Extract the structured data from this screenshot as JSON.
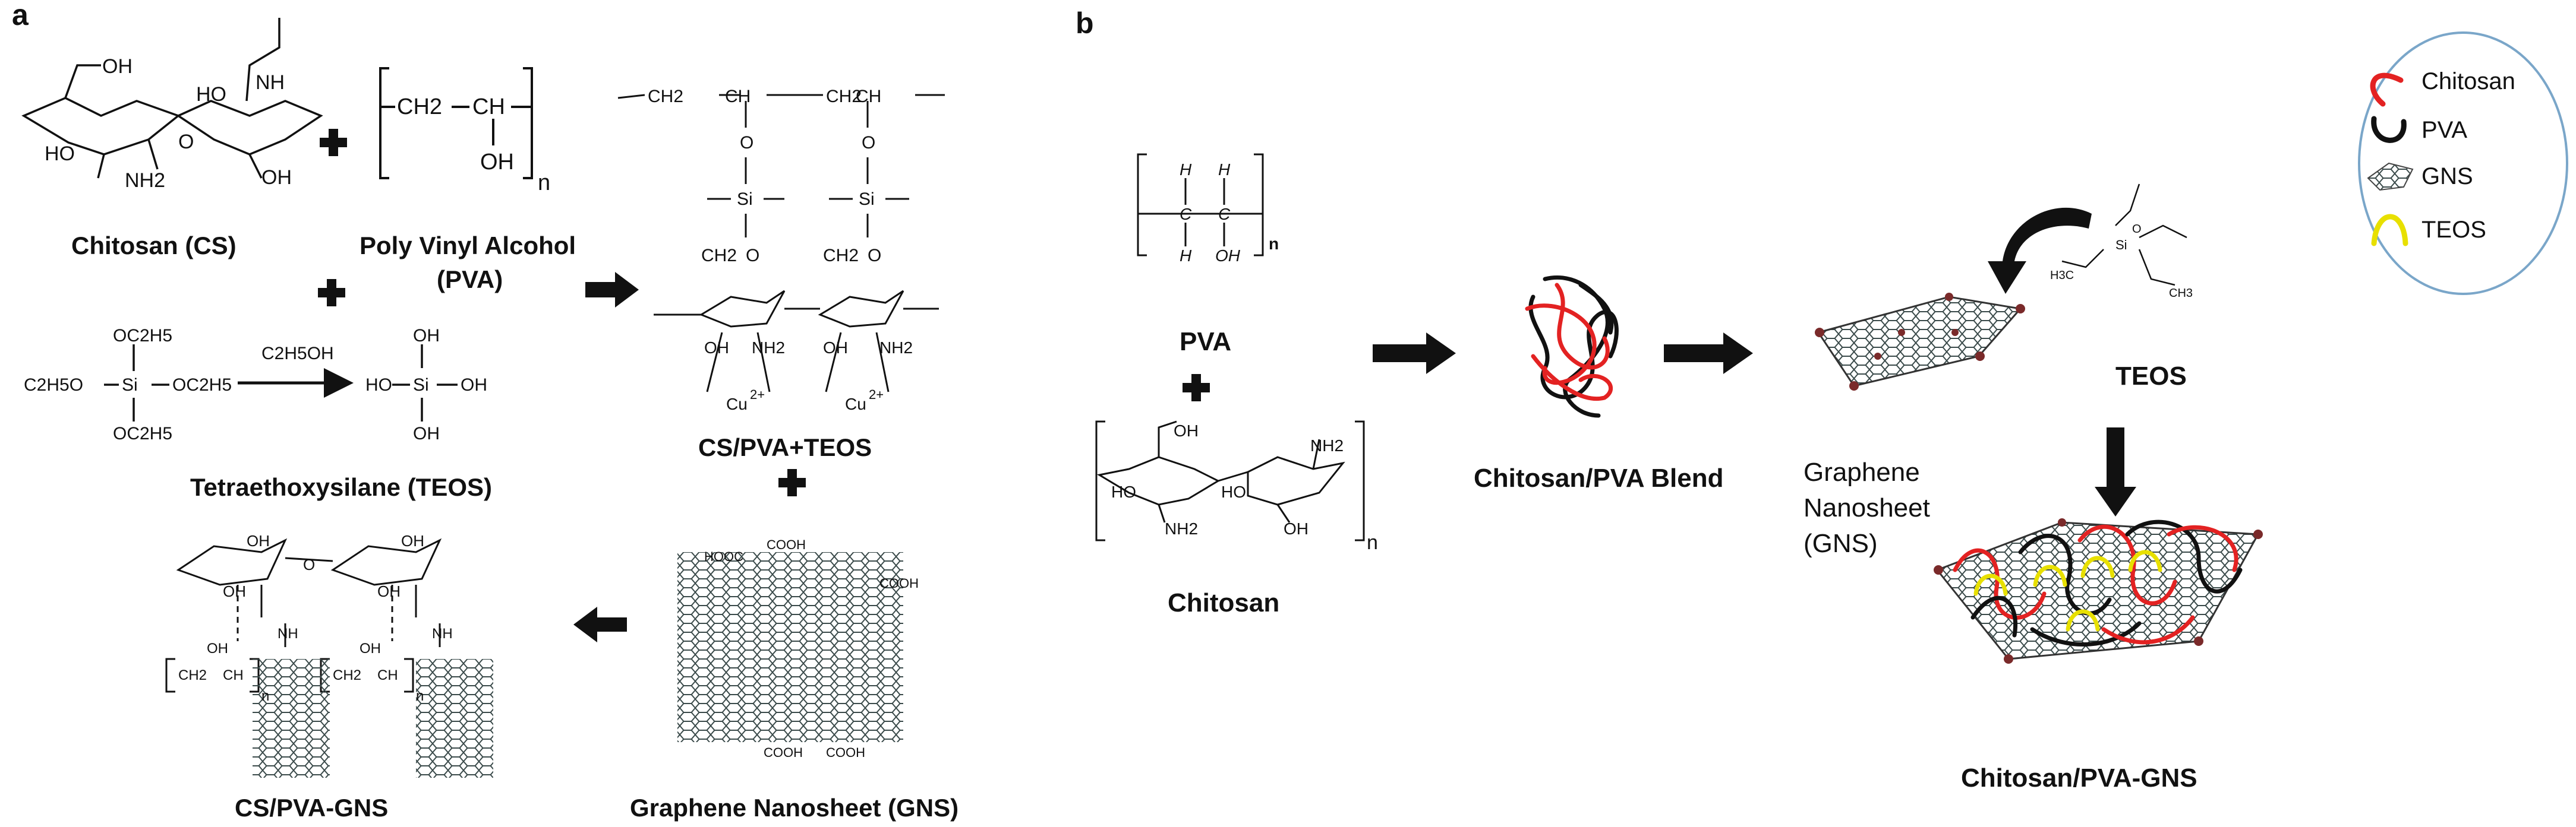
{
  "panels": {
    "a": {
      "letter": "a",
      "chitosan_label": "Chitosan (CS)",
      "pva_label_1": "Poly Vinyl Alcohol",
      "pva_label_2": "(PVA)",
      "teos_label": "Tetraethoxysilane (TEOS)",
      "cs_pva_teos_label": "CS/PVA+TEOS",
      "cs_pva_gns_label": "CS/PVA-GNS",
      "gns_label": "Graphene Nanosheet (GNS)",
      "reagent": "C2H5OH",
      "groups": {
        "oh": "OH",
        "nh2": "NH2",
        "ho": "HO",
        "ch2": "CH2",
        "ch": "CH",
        "n": "n",
        "o": "O",
        "si": "Si",
        "oc2h5": "OC2H5",
        "c2h5o": "C2H5O",
        "cu": "Cu",
        "cu_charge": "2+",
        "cooh": "COOH",
        "hooc": "HOOC",
        "nh": "NH"
      }
    },
    "b": {
      "letter": "b",
      "pva_label": "PVA",
      "chitosan_label": "Chitosan",
      "blend_label": "Chitosan/PVA Blend",
      "gns_label_1": "Graphene",
      "gns_label_2": "Nanosheet",
      "gns_label_3": "(GNS)",
      "teos_label": "TEOS",
      "product_label": "Chitosan/PVA-GNS",
      "h": "H",
      "c": "C",
      "oh": "OH",
      "n": "n",
      "nh2": "NH2",
      "ho": "HO",
      "h3c": "H3C",
      "ch3": "CH3"
    }
  },
  "legend": {
    "items": [
      {
        "label": "Chitosan",
        "color": "#e32222",
        "icon": "red-arc-icon"
      },
      {
        "label": "PVA",
        "color": "#111111",
        "icon": "black-arc-icon"
      },
      {
        "label": "GNS",
        "color": "#555555",
        "icon": "graphene-sheet-icon"
      },
      {
        "label": "TEOS",
        "color": "#e8e000",
        "icon": "yellow-arc-icon"
      }
    ],
    "border_color": "#7aa6c9"
  }
}
